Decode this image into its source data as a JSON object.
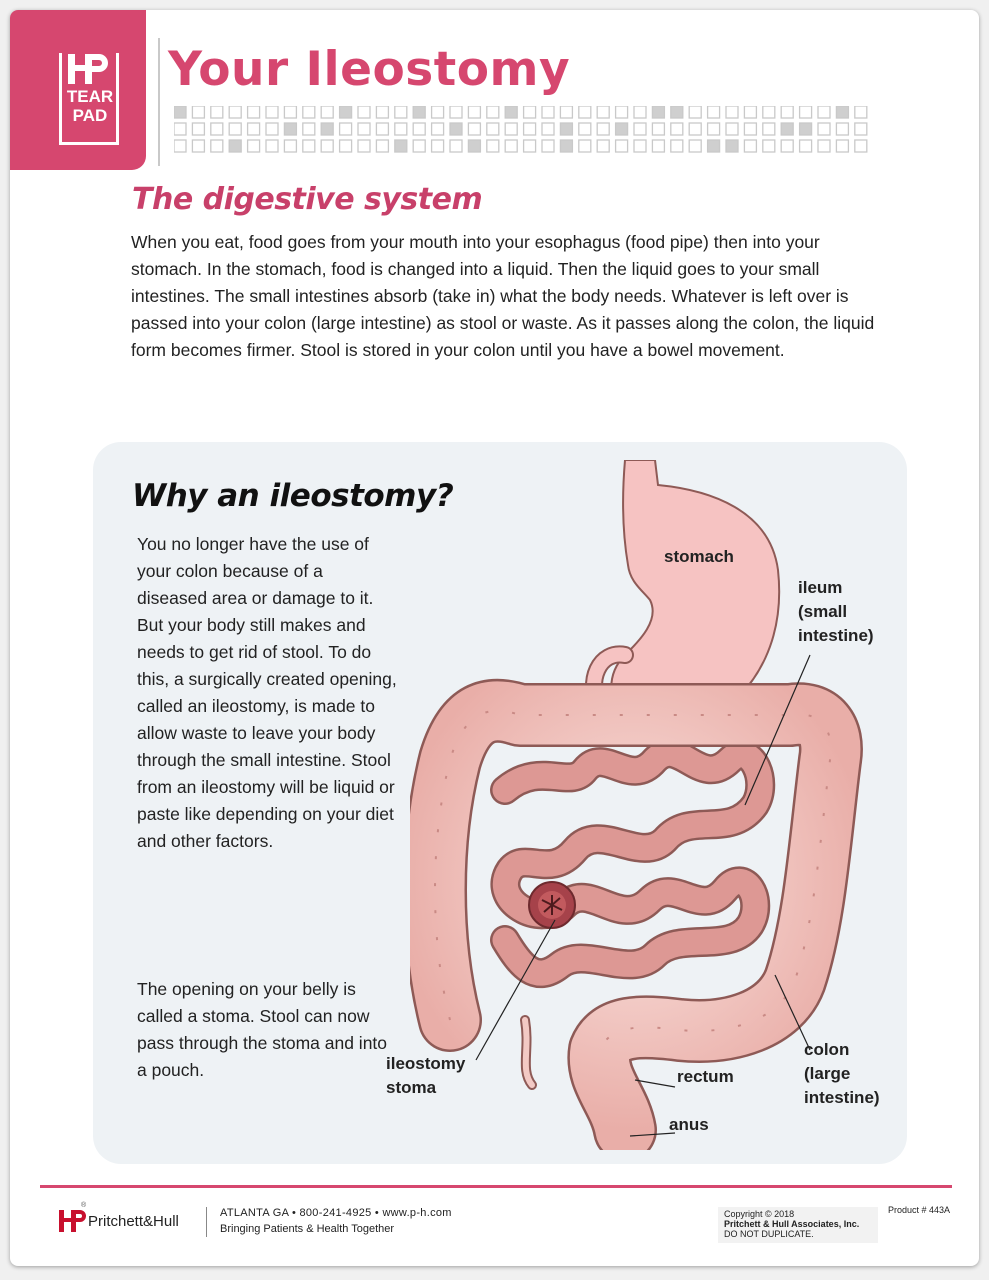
{
  "header": {
    "logo_line1": "TEAR",
    "logo_line2": "PAD",
    "title": "Your Ileostomy"
  },
  "digestive": {
    "heading": "The digestive system",
    "body": "When you eat, food goes from your mouth into your esophagus (food pipe) then into your stomach. In the stomach, food is changed into a liquid.  Then the liquid goes to your small intestines. The small intestines absorb (take in) what the body needs. Whatever is left over is passed into your colon (large intestine) as stool or waste. As it passes along the colon, the liquid form becomes firmer. Stool is stored in your colon until you have a bowel movement."
  },
  "why": {
    "heading": "Why an ileostomy?",
    "body1": "You no longer have the use of your colon because of a diseased area or damage to it. But your body still makes and needs to get rid of stool. To do this, a surgically created opening, called an ileostomy, is made to allow waste to leave your body through the small intestine. Stool from an ileostomy will be liquid or paste like depending on your diet and other factors.",
    "body2": "The opening on your belly is called a stoma. Stool can now pass through the stoma and into a pouch."
  },
  "labels": {
    "stomach": "stomach",
    "ileum_1": "ileum",
    "ileum_2": "(small",
    "ileum_3": "intestine)",
    "stoma_1": "ileostomy",
    "stoma_2": "stoma",
    "rectum": "rectum",
    "anus": "anus",
    "colon_1": "colon",
    "colon_2": "(large",
    "colon_3": "intestine)"
  },
  "footer": {
    "company": "Pritchett&Hull",
    "registered": "®",
    "contact": "ATLANTA  GA • 800-241-4925 • www.p-h.com",
    "tagline": "Bringing Patients & Health Together",
    "copyright_line1": "Copyright © 2018",
    "copyright_line2": "Pritchett & Hull Associates, Inc.",
    "copyright_line3": "DO NOT DUPLICATE.",
    "product": "Product # 443A"
  },
  "colors": {
    "brand_pink": "#d6476f",
    "panel_bg": "#eef2f5",
    "colon_fill": "#f3c9c4",
    "small_intestine_fill": "#dd9894",
    "stomach_fill": "#f6c3c2"
  }
}
